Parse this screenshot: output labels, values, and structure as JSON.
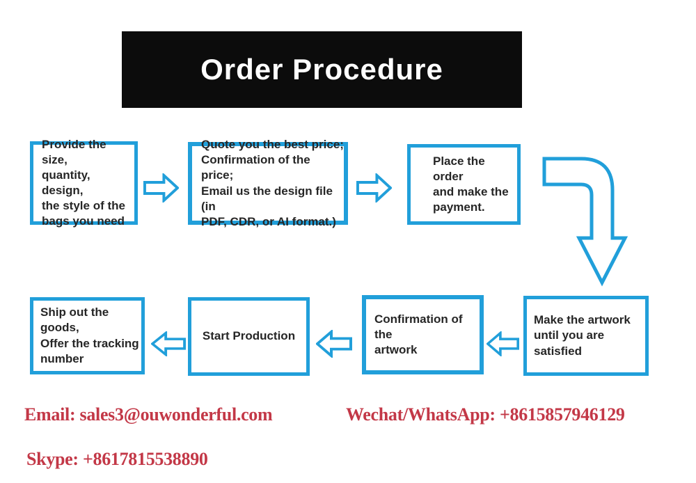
{
  "title": "Order Procedure",
  "colors": {
    "accent_blue": "#219FDA",
    "banner_bg": "#0C0C0C",
    "contact_red": "#C33847",
    "box_text": "#262626"
  },
  "flow": {
    "steps": {
      "provide": {
        "lines": [
          "Provide the size,",
          "quantity, design,",
          "the style of the",
          "bags you need"
        ]
      },
      "quote": {
        "lines": [
          "Quote you the best price;",
          "Confirmation of the price;",
          "Email us the design file (in",
          "PDF, CDR, or AI format.)"
        ]
      },
      "place_order": {
        "lines": [
          "Place the order",
          "and make the",
          "payment."
        ]
      },
      "make_artwork": {
        "lines": [
          "Make the artwork",
          "until you are satisfied"
        ]
      },
      "confirm_artwork": {
        "lines": [
          "Confirmation of the",
          "artwork"
        ]
      },
      "start_production": {
        "lines": [
          "Start Production"
        ]
      },
      "ship_out": {
        "lines": [
          "Ship out the goods,",
          "Offer the tracking",
          "number"
        ]
      }
    }
  },
  "contacts": {
    "email": "Email: sales3@ouwonderful.com",
    "wechat_whatsapp": "Wechat/WhatsApp: +8615857946129",
    "skype": "Skype: +8617815538890"
  }
}
